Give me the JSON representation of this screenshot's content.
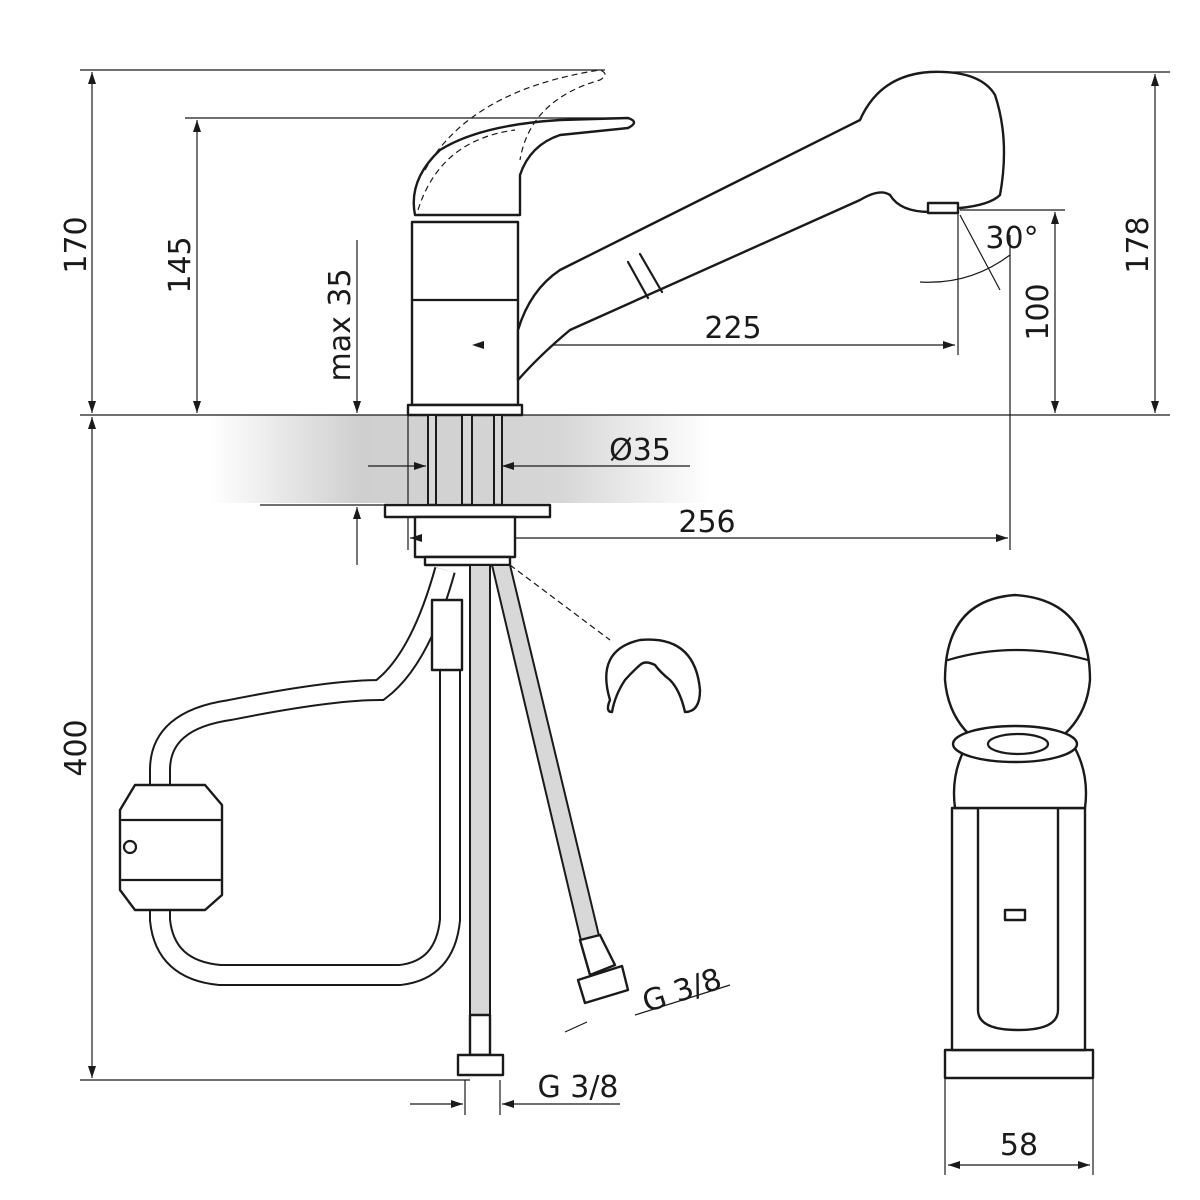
{
  "title": "Pull-out kitchen faucet dimension drawing",
  "dimensions": {
    "height_total": "170",
    "height_body": "145",
    "counter_thickness": "max 35",
    "spout_reach": "225",
    "spray_angle": "30°",
    "outlet_height": "100",
    "height_spray": "178",
    "hole_diameter": "Ø35",
    "total_reach": "256",
    "hose_length": "400",
    "connection_a": "G 3/8",
    "connection_b": "G 3/8",
    "front_width": "58"
  },
  "colors": {
    "line": "#1a1a1a",
    "hose": "#d8d8d8",
    "counter": "#cfcfcf"
  }
}
